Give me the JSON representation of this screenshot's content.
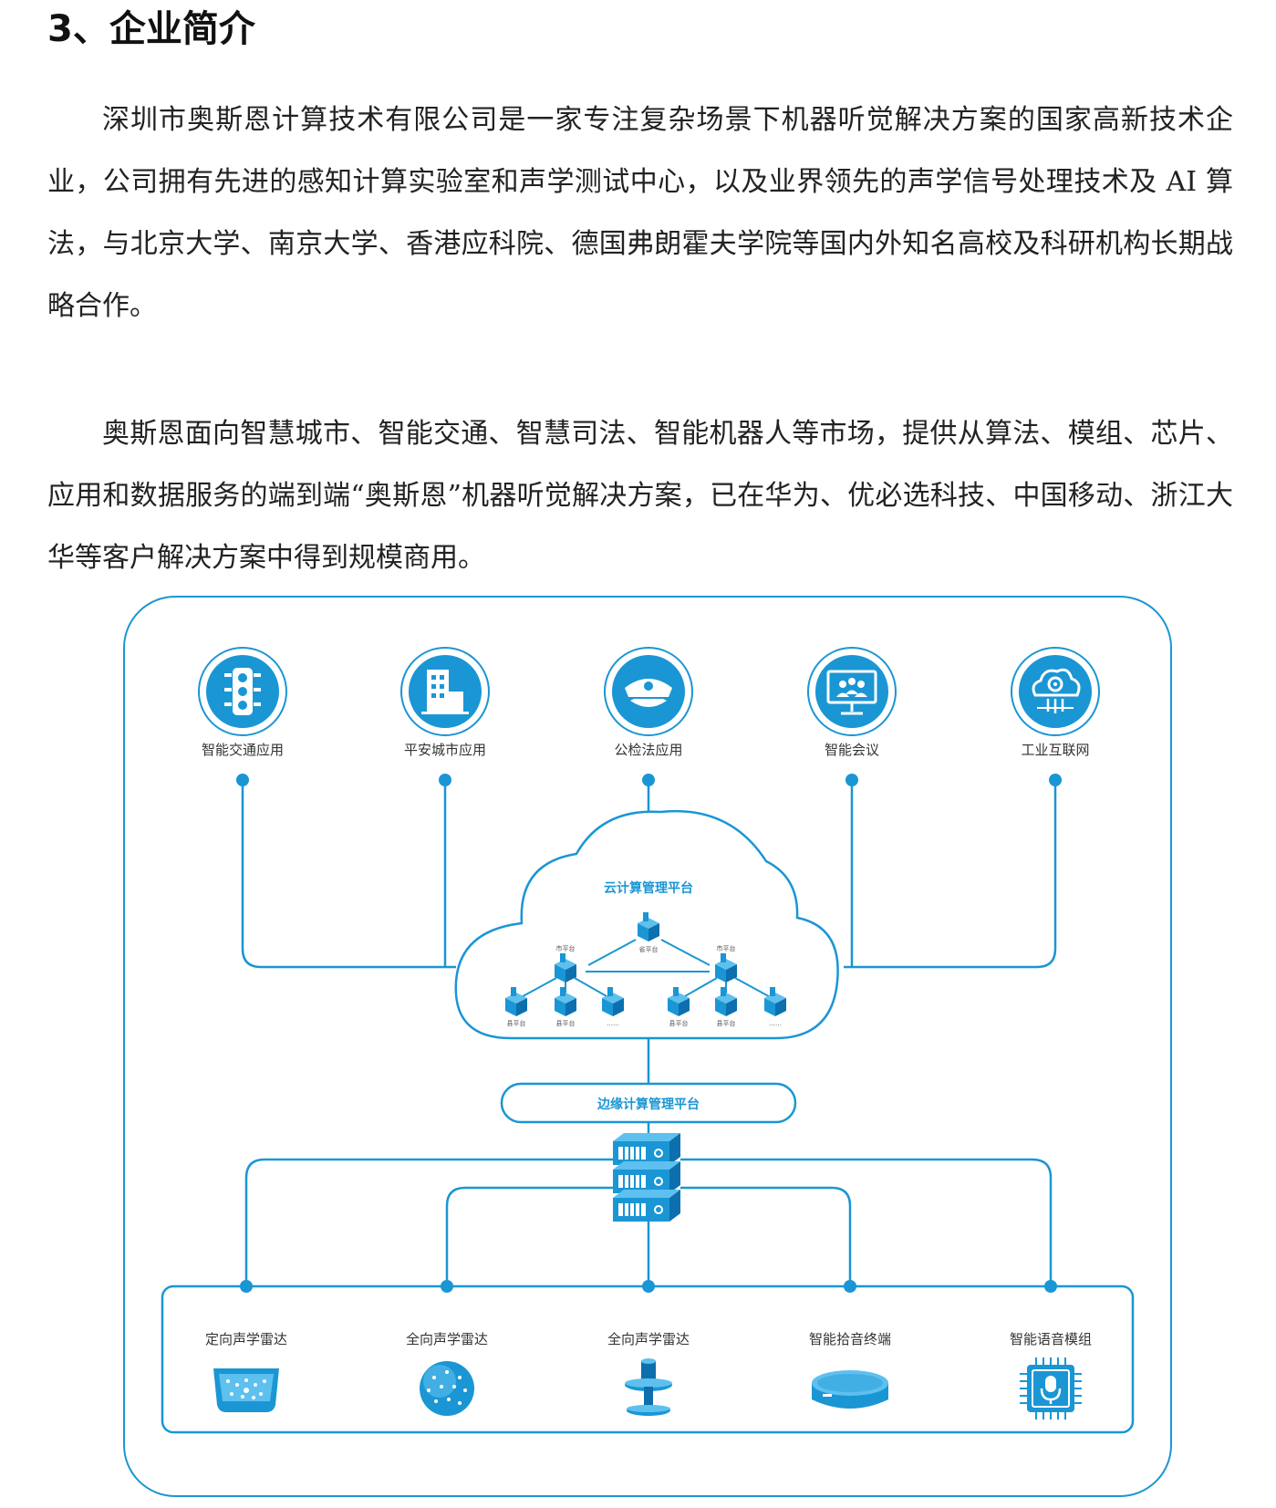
{
  "heading": "3、企业简介",
  "paragraphs": [
    "深圳市奥斯恩计算技术有限公司是一家专注复杂场景下机器听觉解决方案的国家高新技术企业，公司拥有先进的感知计算实验室和声学测试中心，以及业界领先的声学信号处理技术及 AI 算法，与北京大学、南京大学、香港应科院、德国弗朗霍夫学院等国内外知名高校及科研机构长期战略合作。",
    "奥斯恩面向智慧城市、智能交通、智慧司法、智能机器人等市场，提供从算法、模组、芯片、应用和数据服务的端到端“奥斯恩”机器听觉解决方案，已在华为、优必选科技、中国移动、浙江大华等客户解决方案中得到规模商用。"
  ],
  "diagram": {
    "colors": {
      "primary": "#1a96d4",
      "light": "#e8f5fc",
      "dark": "#0d6fae"
    },
    "applications": [
      {
        "label": "智能交通应用",
        "icon": "traffic-light-icon"
      },
      {
        "label": "平安城市应用",
        "icon": "building-icon"
      },
      {
        "label": "公检法应用",
        "icon": "police-cap-icon"
      },
      {
        "label": "智能会议",
        "icon": "meeting-screen-icon"
      },
      {
        "label": "工业互联网",
        "icon": "cloud-gear-icon"
      }
    ],
    "cloud": {
      "title": "云计算管理平台",
      "province": "省平台",
      "city": "市平台",
      "county": "县平台",
      "more": "……"
    },
    "edge_title": "边缘计算管理平台",
    "devices": [
      {
        "label": "定向声学雷达",
        "icon": "directional-radar-icon"
      },
      {
        "label": "全向声学雷达",
        "icon": "sphere-radar-icon"
      },
      {
        "label": "全向声学雷达",
        "icon": "pole-radar-icon"
      },
      {
        "label": "智能拾音终端",
        "icon": "puck-terminal-icon"
      },
      {
        "label": "智能语音模组",
        "icon": "voice-chip-icon"
      }
    ]
  }
}
